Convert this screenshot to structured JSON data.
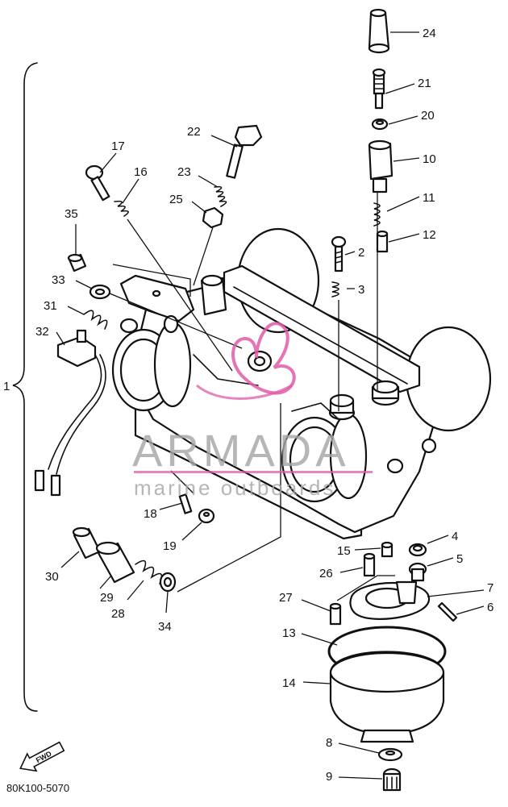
{
  "diagram": {
    "document_code": "80K100-5070",
    "assembly_label": "1",
    "forward_arrow_label": "FWD",
    "watermark": {
      "brand": "ARMADA",
      "tagline": "marine outboards",
      "brand_color": "#e05aa8",
      "text_color": "#a7a7a7"
    },
    "callouts": [
      {
        "id": "24",
        "label": "24"
      },
      {
        "id": "21",
        "label": "21"
      },
      {
        "id": "20",
        "label": "20"
      },
      {
        "id": "10",
        "label": "10"
      },
      {
        "id": "11",
        "label": "11"
      },
      {
        "id": "12",
        "label": "12"
      },
      {
        "id": "2",
        "label": "2"
      },
      {
        "id": "3",
        "label": "3"
      },
      {
        "id": "22",
        "label": "22"
      },
      {
        "id": "17",
        "label": "17"
      },
      {
        "id": "16",
        "label": "16"
      },
      {
        "id": "23",
        "label": "23"
      },
      {
        "id": "25",
        "label": "25"
      },
      {
        "id": "35",
        "label": "35"
      },
      {
        "id": "33",
        "label": "33"
      },
      {
        "id": "31",
        "label": "31"
      },
      {
        "id": "32",
        "label": "32"
      },
      {
        "id": "18",
        "label": "18"
      },
      {
        "id": "19",
        "label": "19"
      },
      {
        "id": "30",
        "label": "30"
      },
      {
        "id": "29",
        "label": "29"
      },
      {
        "id": "28",
        "label": "28"
      },
      {
        "id": "34",
        "label": "34"
      },
      {
        "id": "4",
        "label": "4"
      },
      {
        "id": "15",
        "label": "15"
      },
      {
        "id": "5",
        "label": "5"
      },
      {
        "id": "26",
        "label": "26"
      },
      {
        "id": "7",
        "label": "7"
      },
      {
        "id": "27",
        "label": "27"
      },
      {
        "id": "6",
        "label": "6"
      },
      {
        "id": "13",
        "label": "13"
      },
      {
        "id": "14",
        "label": "14"
      },
      {
        "id": "8",
        "label": "8"
      },
      {
        "id": "9",
        "label": "9"
      }
    ]
  }
}
